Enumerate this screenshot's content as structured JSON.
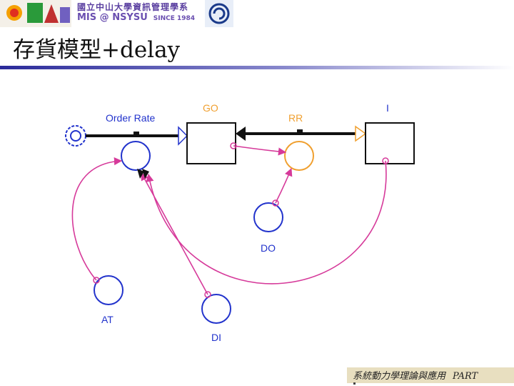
{
  "header": {
    "banner_line1": "國立中山大學資訊管理學系",
    "banner_line2": "MIS @ NSYSU",
    "banner_since": "SINCE 1984"
  },
  "slide": {
    "title": "存貨模型+delay"
  },
  "diagram": {
    "stocks": [
      "GO",
      "I"
    ],
    "flows": [
      "Order Rate",
      "RR"
    ],
    "auxiliaries": [
      "DO",
      "AT",
      "DI"
    ]
  },
  "footer": {
    "course": "系統動力學理論與應用",
    "part": "PART"
  },
  "colors": {
    "link": "#d63a9a",
    "aux": "#2233cc",
    "orange": "#f0a030",
    "pipe": "#111111"
  }
}
